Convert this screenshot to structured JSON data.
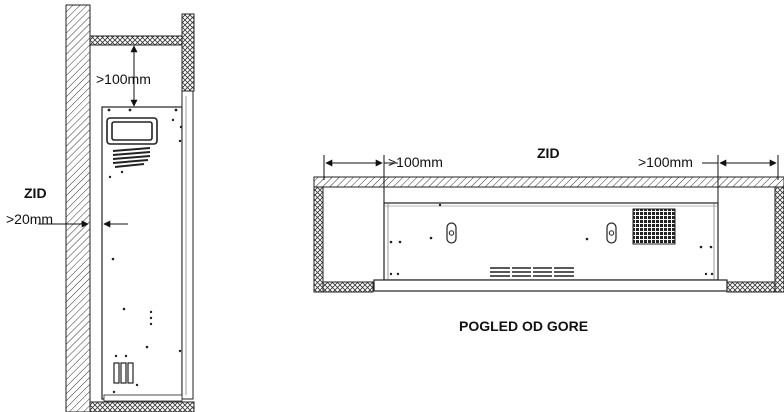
{
  "side_view": {
    "wall_label": "ZID",
    "top_clearance": ">100mm",
    "side_clearance": ">20mm"
  },
  "top_view": {
    "wall_label": "ZID",
    "left_clearance": ">100mm",
    "right_clearance": ">100mm",
    "caption": "POGLED OD GORE"
  }
}
